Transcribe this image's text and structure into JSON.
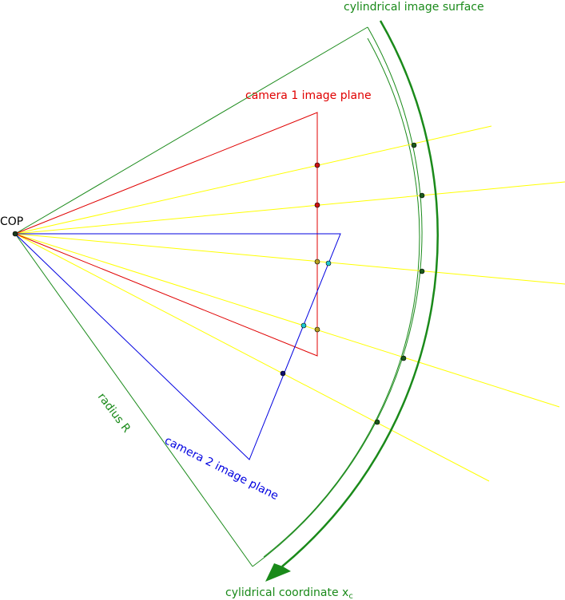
{
  "labels": {
    "surface": "cylindrical image surface",
    "camera1": "camera 1 image plane",
    "camera2": "camera 2 image plane",
    "cop": "COP",
    "radius": "radius R",
    "coordinate": "cylidrical coordinate x",
    "coordinate_subscript": "c"
  },
  "colors": {
    "surface": "#1a8a1a",
    "camera1": "#e00000",
    "camera2": "#0000e0",
    "rays": "#ffff00",
    "arrow": "#1a8a1a",
    "cop_point": "#1a3a1a"
  }
}
